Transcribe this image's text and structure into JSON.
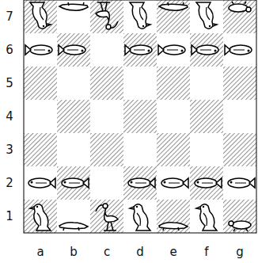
{
  "diagram": {
    "labels": [
      "7",
      "6",
      "5",
      "4",
      "3",
      "2",
      "1",
      "a",
      "b",
      "c",
      "d",
      "e",
      "f",
      "g"
    ]
  }
}
